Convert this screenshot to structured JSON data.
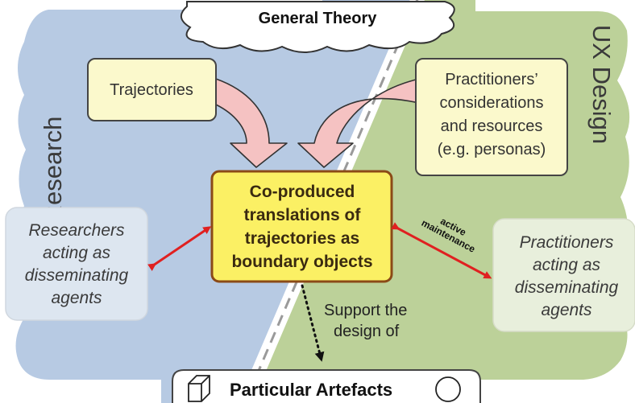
{
  "regions": {
    "left_label": "HCI Research",
    "right_label": "UX Design"
  },
  "cloud": {
    "label": "General Theory"
  },
  "boxes": {
    "trajectories": {
      "label": "Trajectories"
    },
    "practitioners_considerations": {
      "lines": [
        "Practitioners’",
        "considerations",
        "and resources",
        "(e.g. personas)"
      ]
    },
    "center": {
      "lines": [
        "Co-produced",
        "translations of",
        "trajectories as",
        "boundary objects"
      ]
    },
    "researchers": {
      "lines": [
        "Researchers",
        "acting as",
        "disseminating",
        "agents"
      ]
    },
    "practitioners_agents": {
      "lines": [
        "Practitioners",
        "acting as",
        "disseminating",
        "agents"
      ]
    },
    "artefacts": {
      "label": "Particular Artefacts"
    }
  },
  "annotations": {
    "active_maintenance": [
      "active",
      "maintenance"
    ],
    "support": [
      "Support the",
      "design of"
    ]
  },
  "colors": {
    "left_region": "#b7cae3",
    "right_region": "#bcd199",
    "cream_box": "#fbf9cc",
    "center_box": "#fbf064",
    "center_border": "#8b4a17",
    "pink_arrow": "#f5c2c2",
    "red_arrow": "#e02020"
  }
}
